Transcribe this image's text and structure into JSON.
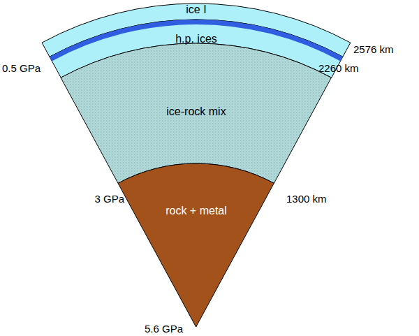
{
  "diagram": {
    "nodes": [
      {
        "text": [
          "ice I"
        ]
      },
      {
        "text": [
          "h.p. ices"
        ]
      },
      {
        "text": [
          "ice-rock mix"
        ]
      },
      {
        "text": [
          "rock + metal"
        ]
      }
    ],
    "labels": [
      "2576 km",
      "0.5 GPa",
      "2260 km",
      "3 GPa",
      "1300 km",
      "5.6 GPa"
    ]
  }
}
